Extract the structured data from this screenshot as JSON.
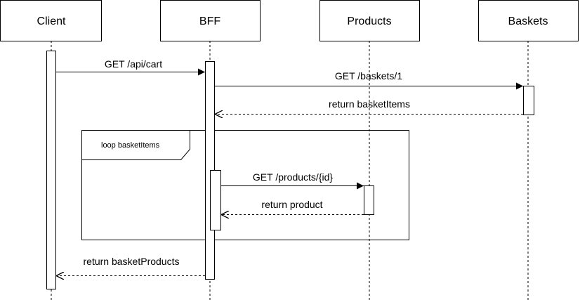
{
  "participants": {
    "client": "Client",
    "bff": "BFF",
    "products": "Products",
    "baskets": "Baskets"
  },
  "messages": {
    "get_api_cart": "GET /api/cart",
    "get_baskets": "GET /baskets/1",
    "return_basket_items": "return basketItems",
    "get_products": "GET /products/{id}",
    "return_product": "return product",
    "return_basket_products": "return basketProducts"
  },
  "loop_frame": {
    "label": "loop basketItems"
  }
}
